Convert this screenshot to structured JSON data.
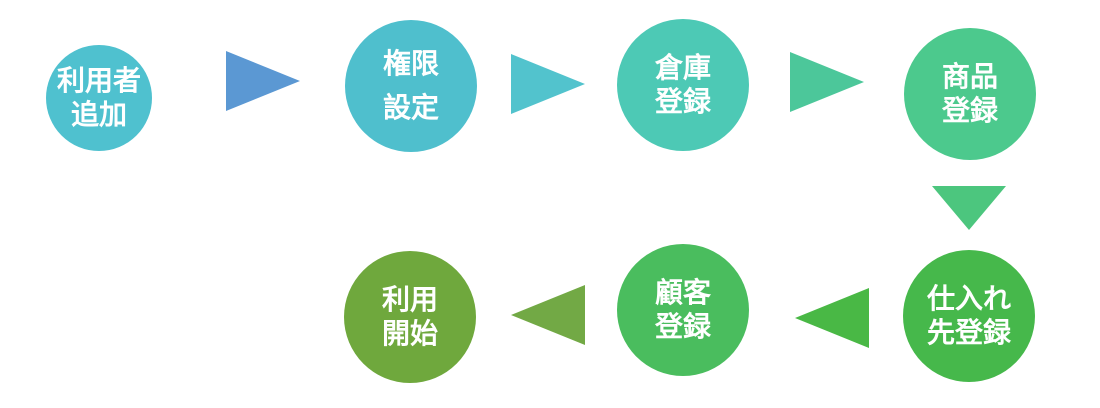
{
  "steps": [
    {
      "id": "user-add",
      "line1": "利用者",
      "line2": "追加",
      "color": "#4fc1cf"
    },
    {
      "id": "permission",
      "line1": "権限",
      "line2": "設定",
      "color": "#4fbfcd"
    },
    {
      "id": "warehouse",
      "line1": "倉庫",
      "line2": "登録",
      "color": "#4dc9b5"
    },
    {
      "id": "product",
      "line1": "商品",
      "line2": "登録",
      "color": "#4cc98d"
    },
    {
      "id": "supplier",
      "line1": "仕入れ",
      "line2": "先登録",
      "color": "#46b84b"
    },
    {
      "id": "customer",
      "line1": "顧客",
      "line2": "登録",
      "color": "#4abd5e"
    },
    {
      "id": "start",
      "line1": "利用",
      "line2": "開始",
      "color": "#6fa83d"
    }
  ],
  "arrows": [
    {
      "id": "arrow-1",
      "direction": "right",
      "color": "#5b98d3"
    },
    {
      "id": "arrow-2",
      "direction": "right",
      "color": "#52c3cd"
    },
    {
      "id": "arrow-3",
      "direction": "right",
      "color": "#4cc79a"
    },
    {
      "id": "arrow-4",
      "direction": "down",
      "color": "#4cc67e"
    },
    {
      "id": "arrow-5",
      "direction": "left",
      "color": "#49b845"
    },
    {
      "id": "arrow-6",
      "direction": "left",
      "color": "#72a945"
    }
  ]
}
